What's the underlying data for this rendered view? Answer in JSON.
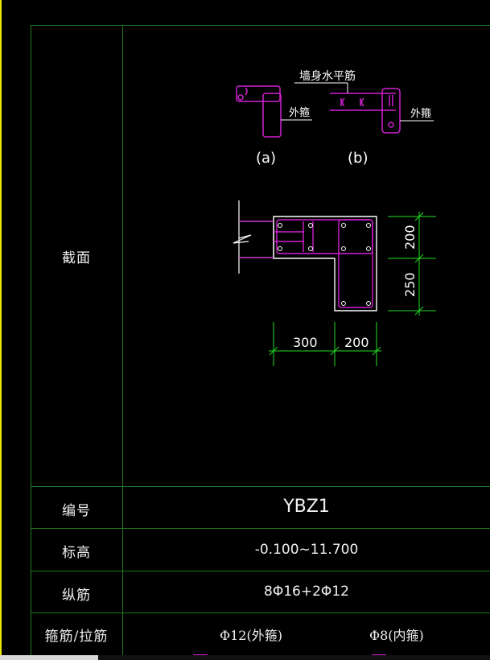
{
  "rows": {
    "section": {
      "label": "截面"
    },
    "id": {
      "label": "编号",
      "value": "YBZ1"
    },
    "elevation": {
      "label": "标高",
      "value": "-0.100~11.700"
    },
    "longitudinal": {
      "label": "纵筋",
      "value": "8Φ16+2Φ12"
    },
    "stirrup": {
      "label": "箍筋/拉筋",
      "outer": "Φ12(外箍)",
      "inner": "Φ8(内箍)"
    }
  },
  "detail": {
    "wall_rebar_label": "墙身水平筋",
    "outer_stirrup_a": "外箍",
    "outer_stirrup_b": "外箍",
    "caption_a": "(a)",
    "caption_b": "(b)"
  },
  "dimensions": {
    "right_top": "200",
    "right_bottom": "250",
    "bottom_left": "300",
    "bottom_right": "200"
  },
  "colors": {
    "grid": "#1f7a1f",
    "rebar": "#d020d0",
    "dimension": "#22dd22",
    "outline": "#ffffff"
  }
}
